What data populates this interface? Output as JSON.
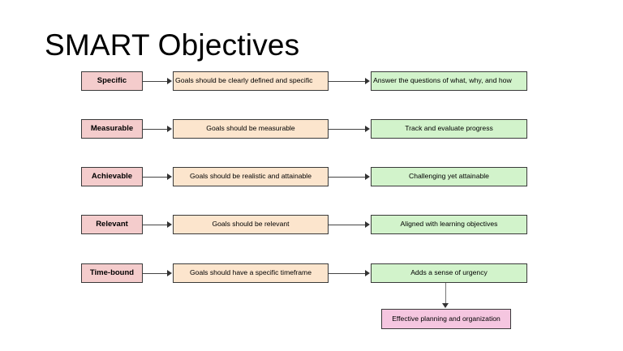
{
  "slide": {
    "title": "SMART Objectives",
    "background_color": "#ffffff"
  },
  "colors": {
    "key_box_fill": "#f4cccc",
    "middle_box_fill": "#fce5cd",
    "right_box_fill": "#d2f3cb",
    "final_box_fill": "#f5c6e0",
    "border": "#333333",
    "connector": "#444444",
    "text": "#000000"
  },
  "rows": [
    {
      "key": "Specific",
      "middle": "Goals should be clearly defined and specific",
      "right": "Answer the questions of what, why, and how"
    },
    {
      "key": "Measurable",
      "middle": "Goals should be measurable",
      "right": "Track and evaluate progress"
    },
    {
      "key": "Achievable",
      "middle": "Goals should be realistic and attainable",
      "right": "Challenging yet attainable"
    },
    {
      "key": "Relevant",
      "middle": "Goals should be relevant",
      "right": "Aligned with learning objectives"
    },
    {
      "key": "Time-bound",
      "middle": "Goals should have a specific timeframe",
      "right": "Adds a sense of urgency"
    }
  ],
  "final_node": {
    "label": "Effective planning and organization"
  }
}
